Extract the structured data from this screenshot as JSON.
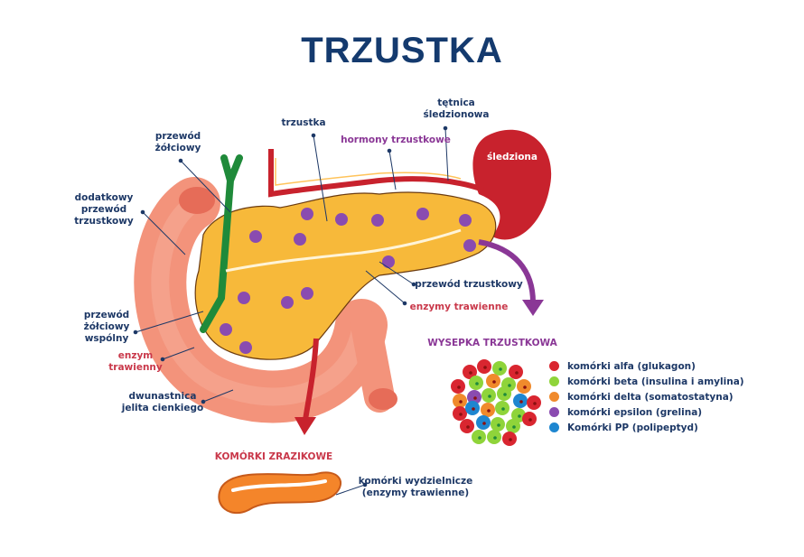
{
  "title": "TRZUSTKA",
  "labels": {
    "pancreas": "trzustka",
    "splenic_artery": "tętnica\nśledzionowa",
    "pancreatic_hormones": "hormony trzustkowe",
    "spleen": "śledziona",
    "bile_duct": "przewód\nżółciowy",
    "accessory_duct": "dodatkowy\nprzewód\ntrzustkowy",
    "pancreatic_duct": "przewód trzustkowy",
    "digestive_enzymes": "enzymy trawienne",
    "common_bile_duct": "przewód\nżółciowy\nwspólny",
    "digestive_enzyme": "enzym\ntrawienny",
    "duodenum": "dwunastnica\njelita cienkiego",
    "islet_title": "WYSEPKA TRZUSTKOWA",
    "acinar_title": "KOMÓRKI ZRAZIKOWE",
    "secretory_cells": "komórki wydzielnicze\n(enzymy trawienne)"
  },
  "legend": [
    {
      "label": "komórki alfa (glukagon)",
      "color": "#d92630"
    },
    {
      "label": "komórki beta (insulina i amylina)",
      "color": "#8fd43a"
    },
    {
      "label": "komórki delta (somatostatyna)",
      "color": "#f08a2c"
    },
    {
      "label": "komórki epsilon (grelina)",
      "color": "#8a4bb0"
    },
    {
      "label": "Komórki PP (polipeptyd)",
      "color": "#1e86d0"
    }
  ],
  "colors": {
    "title": "#143a6e",
    "duodenum": "#f3937b",
    "pancreas": "#f7b93a",
    "spleen": "#c8222d",
    "bile_duct": "#1f8a3a",
    "islet_arrow": "#8a3796",
    "acinar_arrow": "#c8222d"
  }
}
